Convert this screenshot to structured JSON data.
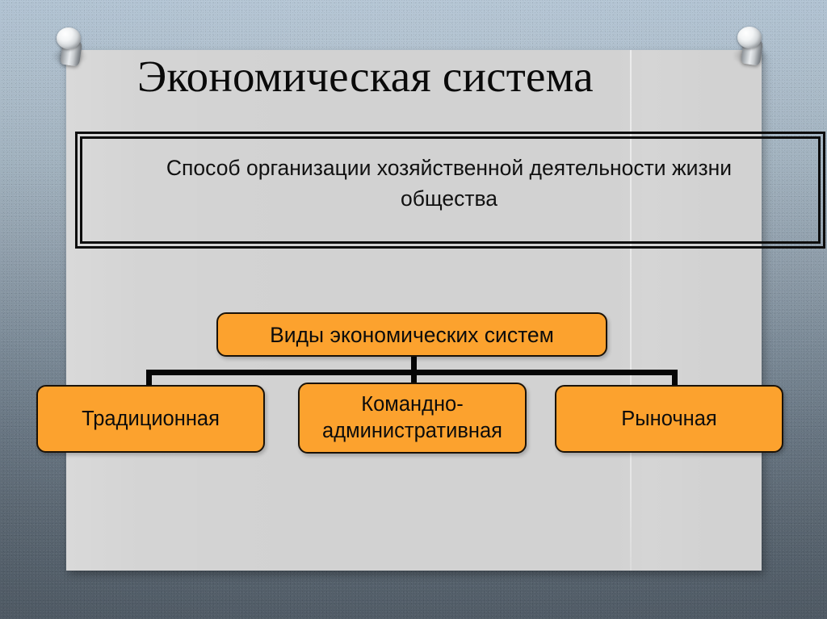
{
  "slide": {
    "title": "Экономическая система",
    "definition_box": {
      "text": "Способ организации хозяйственной деятельности жизни общества"
    },
    "diagram": {
      "root": {
        "label": "Виды экономических систем"
      },
      "children": [
        {
          "label": "Традиционная"
        },
        {
          "label_line1": "Командно-",
          "label_line2": "административная"
        },
        {
          "label": "Рыночная"
        }
      ]
    },
    "decor": {
      "pin_left": "pushpin-icon",
      "pin_right": "pushpin-icon"
    },
    "colors": {
      "node_fill": "#fca22e",
      "node_border": "#1a1208",
      "paper": "#d2d2d2",
      "background_top": "#b0c2d2",
      "background_bottom": "#5a6672",
      "text": "#0c0c0c"
    }
  }
}
